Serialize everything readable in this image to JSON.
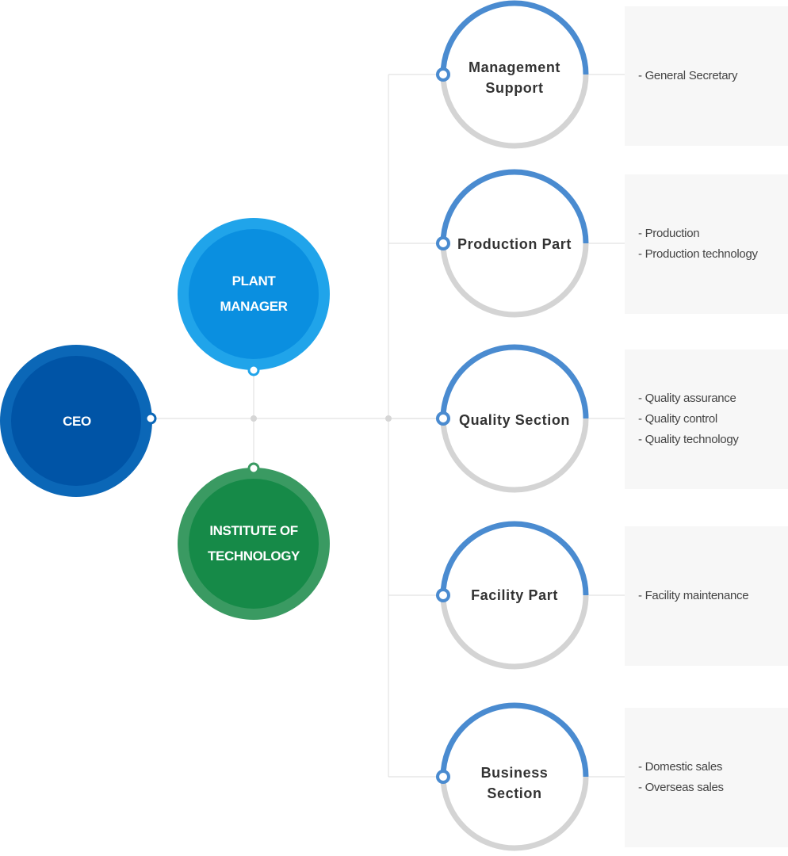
{
  "colors": {
    "ceo": "#0054a6",
    "ceo_ring": "#0b67b7",
    "plant_manager": "#0a8fe0",
    "plant_manager_ring": "#20a4ea",
    "institute": "#168a48",
    "institute_ring": "#3a9a62",
    "dept_arc": "#4a8bd0",
    "dept_ring_bottom": "#d4d4d4",
    "connector": "#e2e2e2",
    "detail_bg": "#f7f7f7"
  },
  "executives": {
    "ceo": {
      "line1": "CEO",
      "line2": ""
    },
    "plant_manager": {
      "line1": "PLANT",
      "line2": "MANAGER"
    },
    "institute": {
      "line1": "INSTITUTE OF",
      "line2": "TECHNOLOGY"
    }
  },
  "departments": [
    {
      "line1": "Management",
      "line2": "Support",
      "items": [
        "- General Secretary"
      ]
    },
    {
      "line1": "Production Part",
      "line2": "",
      "items": [
        "- Production",
        "- Production technology"
      ]
    },
    {
      "line1": "Quality Section",
      "line2": "",
      "items": [
        "- Quality assurance",
        "- Quality control",
        "- Quality technology"
      ]
    },
    {
      "line1": "Facility Part",
      "line2": "",
      "items": [
        "- Facility maintenance"
      ]
    },
    {
      "line1": "Business",
      "line2": "Section",
      "items": [
        "- Domestic sales",
        "- Overseas sales"
      ]
    }
  ]
}
